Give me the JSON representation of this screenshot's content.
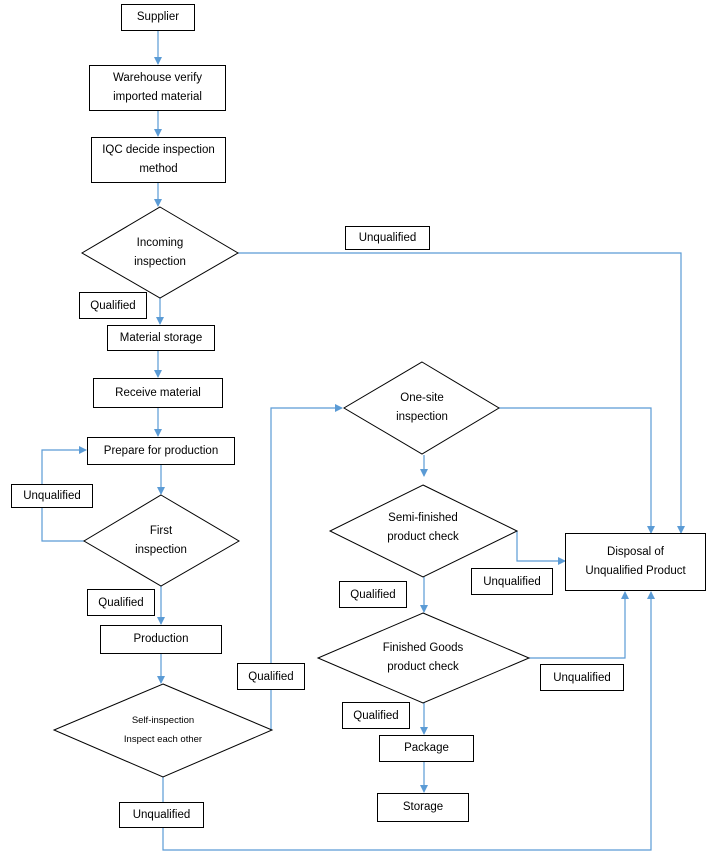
{
  "nodes": {
    "supplier": "Supplier",
    "warehouse_verify": "Warehouse verify\nimported material",
    "iqc_decide": "IQC decide inspection\nmethod",
    "incoming_inspection": "Incoming\ninspection",
    "material_storage": "Material storage",
    "receive_material": "Receive material",
    "prepare_production": "Prepare for production",
    "first_inspection": "First\ninspection",
    "production": "Production",
    "self_inspection": "Self-inspection\nInspect each other",
    "onsite_inspection": "One-site\ninspection",
    "semi_finished_check": "Semi-finished\nproduct check",
    "finished_goods_check": "Finished Goods\nproduct check",
    "package": "Package",
    "storage": "Storage",
    "disposal": "Disposal of\nUnqualified Product"
  },
  "labels": {
    "unqualified_incoming": "Unqualified",
    "qualified_incoming": "Qualified",
    "unqualified_first": "Unqualified",
    "qualified_first": "Qualified",
    "qualified_self": "Qualified",
    "unqualified_self": "Unqualified",
    "qualified_semi": "Qualified",
    "unqualified_semi": "Unqualified",
    "qualified_finished": "Qualified",
    "unqualified_finished": "Unqualified"
  },
  "colors": {
    "connector": "#5b9bd5",
    "border": "#000000",
    "return_mark": "#999999"
  }
}
